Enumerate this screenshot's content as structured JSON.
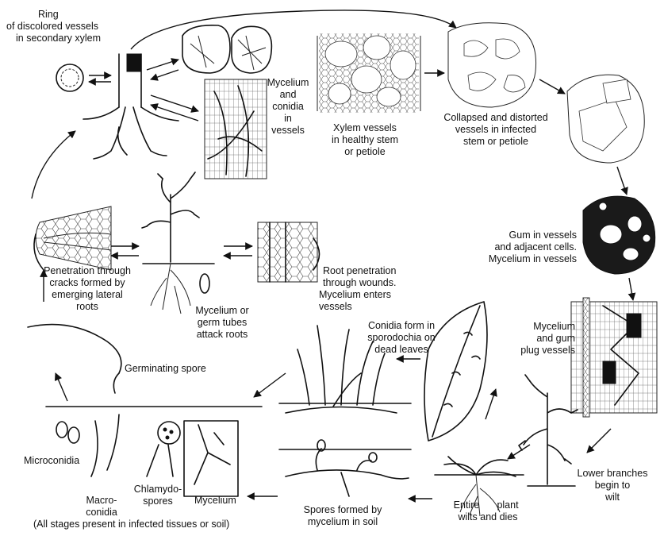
{
  "labels": {
    "ring": [
      "Ring",
      "of discolored vessels",
      "in secondary xylem"
    ],
    "mycelium_conidia": [
      "Mycelium",
      "and",
      "conidia",
      "in",
      "vessels"
    ],
    "xylem_healthy": [
      "Xylem vessels",
      "in healthy stem",
      "or petiole"
    ],
    "collapsed": [
      "Collapsed and distorted",
      "vessels in infected",
      "stem or petiole"
    ],
    "gum": [
      "Gum in vessels",
      "and adjacent cells.",
      "Mycelium in vessels"
    ],
    "mycelium_gum": [
      "Mycelium",
      "and gum",
      "plug vessels"
    ],
    "lower_branches": [
      "Lower branches",
      "begin to",
      "wilt"
    ],
    "entire_plant": [
      "Entire",
      "plant",
      "wilts and dies"
    ],
    "spores_soil": [
      "Spores formed by",
      "mycelium  in soil"
    ],
    "conidia_form": [
      "Conidia form in",
      "sporodochia on",
      "dead leaves"
    ],
    "root_penetration": [
      "Root penetration",
      "through wounds.",
      "Mycelium enters",
      "vessels"
    ],
    "germ_tubes": [
      "Mycelium or",
      "germ tubes",
      "attack roots"
    ],
    "penetration_cracks": [
      "Penetration through",
      "cracks formed by",
      "emerging lateral",
      "roots"
    ],
    "germinating_spore": [
      "Germinating spore"
    ],
    "microconidia": [
      "Microconidia"
    ],
    "macroconidia": [
      "Macro-",
      "conidia"
    ],
    "chlamydospores": [
      "Chlamydo-",
      "spores"
    ],
    "mycelium_box": [
      "Mycelium"
    ],
    "all_stages": [
      "(All stages present in infected tissues or soil)"
    ]
  }
}
